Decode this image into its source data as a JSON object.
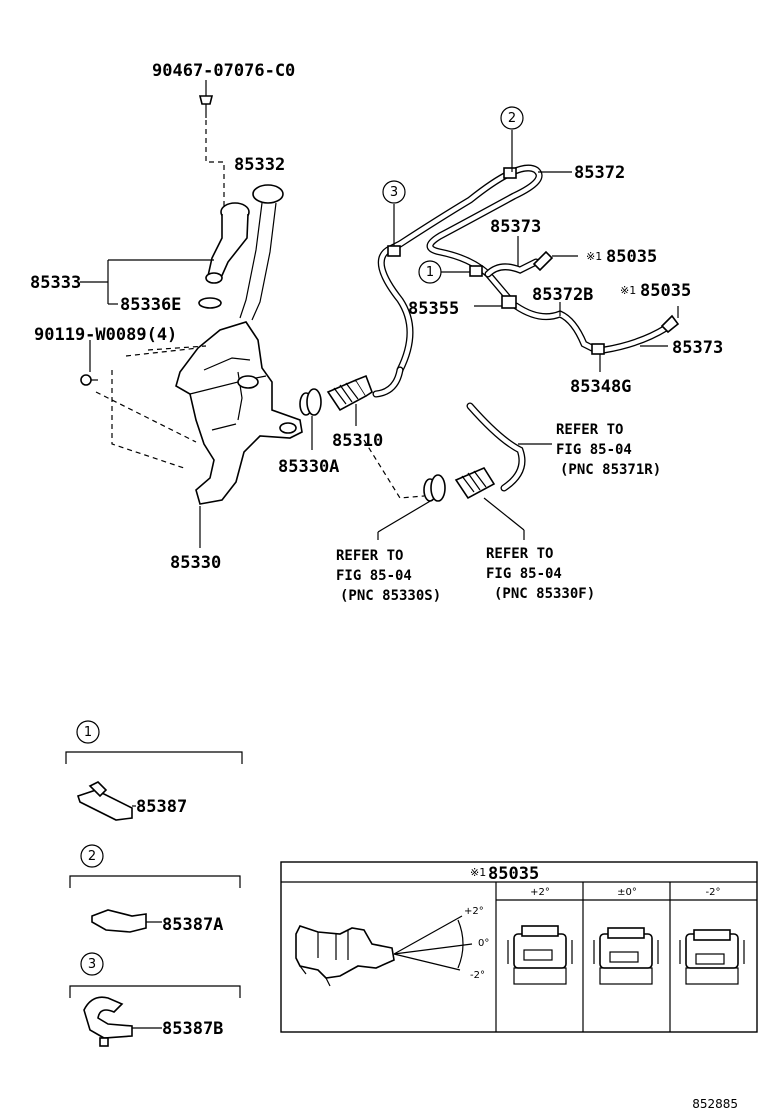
{
  "diagram": {
    "parts": {
      "grommet_screw": "90467-07076-C0",
      "cap": "85332",
      "inlet": "85333",
      "gasket": "85336E",
      "bolt": "90119-W0089(4)",
      "tank": "85330",
      "grommet": "85330A",
      "motor": "85310",
      "hose_main": "85372",
      "hose_branch": "85373",
      "nozzle_a": "85035",
      "nozzle_b": "85035",
      "hose_sub": "85372B",
      "joint": "85355",
      "hose_end": "85373",
      "connector": "85348G"
    },
    "marks": {
      "note1": "※1",
      "note2": "※1"
    },
    "callouts": [
      "1",
      "2",
      "3"
    ],
    "refs": {
      "rear_hose": [
        "REFER TO",
        "FIG 85-04",
        "(PNC 85371R)"
      ],
      "rear_grommet": [
        "REFER TO",
        "FIG 85-04",
        "(PNC 85330S)"
      ],
      "rear_motor": [
        "REFER TO",
        "FIG 85-04",
        "(PNC 85330F)"
      ]
    },
    "clips": [
      {
        "callout": "1",
        "part": "85387"
      },
      {
        "callout": "2",
        "part": "85387A"
      },
      {
        "callout": "3",
        "part": "85387B"
      }
    ],
    "nozzle_table": {
      "mark": "※1",
      "part": "85035",
      "angles": [
        "+2°",
        "±0°",
        "-2°"
      ],
      "spray_labels": [
        "+2°",
        "0°",
        "-2°"
      ]
    },
    "figure_code": "852885"
  }
}
